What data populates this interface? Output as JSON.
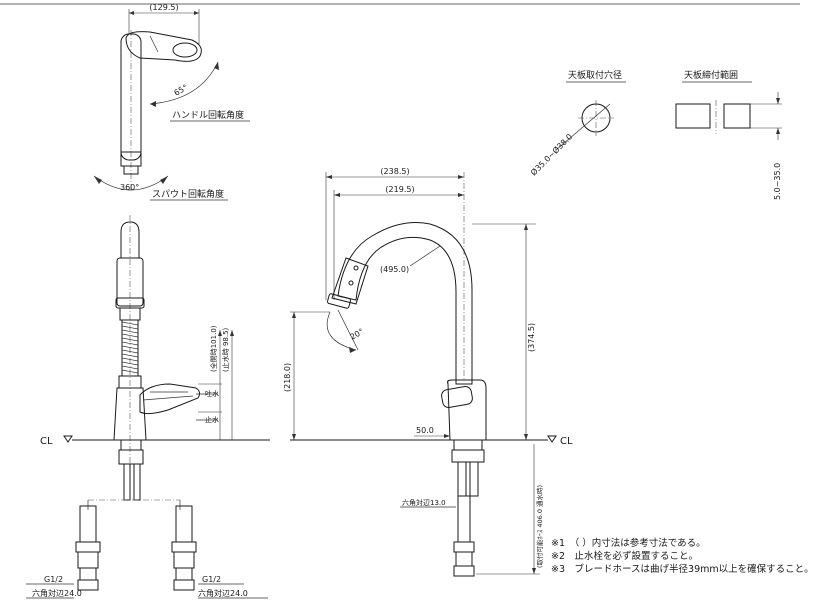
{
  "top_handle": {
    "width": "(129.5)",
    "angle": "65°",
    "handle_caption": "ハンドル回転角度",
    "spout_angle": "360°",
    "spout_caption": "スパウト回転角度"
  },
  "front_view": {
    "full_open": "(全開時101.0)",
    "stop": "(止水時 98.5)",
    "water_out": "吐水",
    "water_stop": "止水",
    "cl": "CL"
  },
  "bottom_fittings": {
    "left_thread": "G1/2",
    "left_hex": "六角対辺24.0",
    "right_thread": "G1/2",
    "right_hex": "六角対辺24.0"
  },
  "side_view": {
    "d1": "(238.5)",
    "d2": "(219.5)",
    "d3": "(495.0)",
    "d4": "(374.5)",
    "d5": "(218.0)",
    "angle": "20°",
    "base": "50.0",
    "cl": "CL",
    "hex": "六角対辺13.0",
    "hose": "(取付可能ﾎｰｽ 406.0 通水時)"
  },
  "hole": {
    "title": "天板取付穴径",
    "diameter": "Ø35.0~Ø38.0"
  },
  "range": {
    "title": "天板締付範囲",
    "thickness": "5.0~35.0"
  },
  "notes": [
    "※1　（ ）内寸法は参考寸法である。",
    "※2　止水栓を必ず設置すること。",
    "※3　ブレードホースは曲げ半径39mm以上を確保すること。"
  ]
}
